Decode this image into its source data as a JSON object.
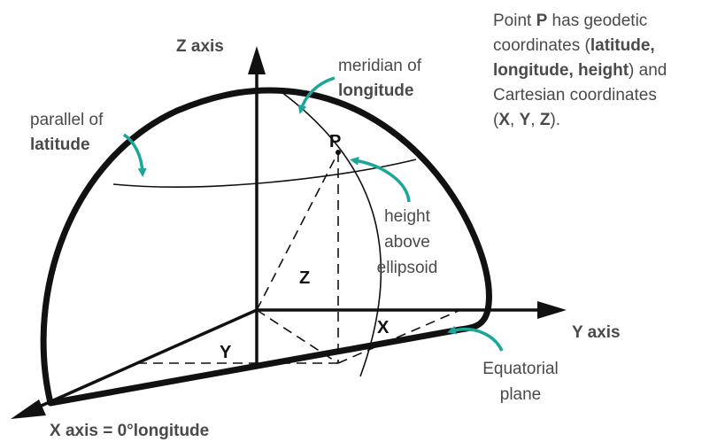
{
  "colors": {
    "ink": "#111111",
    "text": "#4a4a4a",
    "accent": "#1aa79a"
  },
  "axes": {
    "z_label": "Z axis",
    "y_label": "Y axis",
    "x_label": "X axis = 0°longitude"
  },
  "labels": {
    "meridian_line1": "meridian of",
    "meridian_line2": "longitude",
    "parallel_line1": "parallel of",
    "parallel_line2": "latitude",
    "point": "P",
    "height_line1": "height",
    "height_line2": "above",
    "height_line3": "ellipsoid",
    "z": "Z",
    "x": "X",
    "y": "Y",
    "equatorial_line1": "Equatorial",
    "equatorial_line2": "plane"
  },
  "note": {
    "l1_a": "Point ",
    "l1_b": "P",
    "l1_c": " has geodetic",
    "l2_a": "coordinates (",
    "l2_b": "latitude,",
    "l3_a": "longitude, height",
    "l3_b": ") and",
    "l4": "Cartesian coordinates",
    "l5_a": "(",
    "l5_b": "X",
    "l5_c": ", ",
    "l5_d": "Y",
    "l5_e": ", ",
    "l5_f": "Z",
    "l5_g": ")."
  }
}
